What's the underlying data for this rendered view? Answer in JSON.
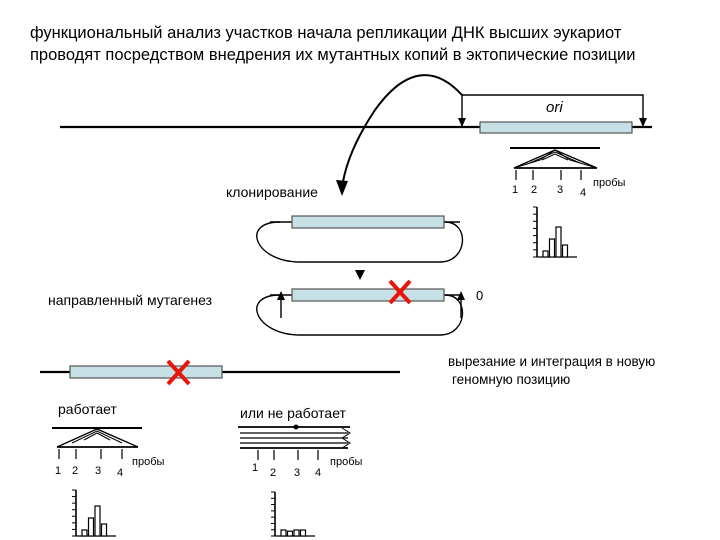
{
  "slide": {
    "title": "функциональный анализ участков начала репликации ДНК высших эукариот\nпроводят посредством внедрения их мутантных копий в эктопические позиции",
    "ori_label": "ori",
    "cloning_label": "клонирование",
    "mutagenesis_label": "направленный мутагенез",
    "zero_label": "0",
    "excision_label_line1": "вырезание и интеграция в новую",
    "excision_label_line2": "геномную позицию",
    "works_label": "работает",
    "not_works_label": "или не работает",
    "probes_label": "пробы",
    "probe_numbers": [
      "1",
      "2",
      "3",
      "4"
    ]
  },
  "colors": {
    "fragment_fill": "#c6e0e6",
    "fragment_stroke": "#555555",
    "cross": "#e8150c",
    "line": "#000000"
  },
  "chart_data": [
    {
      "type": "bar",
      "name": "ori-original-histogram",
      "categories": [
        "1",
        "2",
        "3",
        "4"
      ],
      "values": [
        1,
        3,
        5,
        2
      ],
      "xlabel": "",
      "ylabel": ""
    },
    {
      "type": "bar",
      "name": "ectopic-works-histogram",
      "categories": [
        "1",
        "2",
        "3",
        "4"
      ],
      "values": [
        1,
        3,
        5,
        2
      ],
      "xlabel": "",
      "ylabel": ""
    },
    {
      "type": "bar",
      "name": "ectopic-not-works-histogram",
      "categories": [
        "1",
        "2",
        "3",
        "4"
      ],
      "values": [
        1,
        0.8,
        1,
        1
      ],
      "xlabel": "",
      "ylabel": ""
    }
  ]
}
